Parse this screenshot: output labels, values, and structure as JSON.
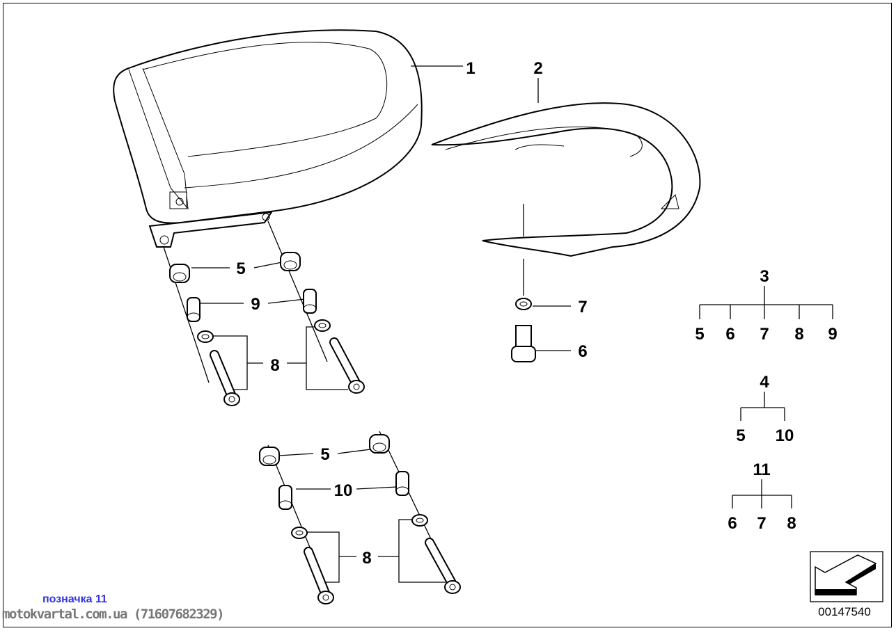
{
  "diagram_number": "00147540",
  "note": "позначка 11",
  "site": "motokvartal.com.ua (71607682329)",
  "callouts": {
    "c1": "1",
    "c2": "2",
    "c5a": "5",
    "c9": "9",
    "c8a": "8",
    "c7": "7",
    "c6": "6",
    "c5b": "5",
    "c10": "10",
    "c8b": "8"
  },
  "trees": {
    "t3": {
      "parent": "3",
      "children": [
        "5",
        "6",
        "7",
        "8",
        "9"
      ]
    },
    "t4": {
      "parent": "4",
      "children": [
        "5",
        "10"
      ]
    },
    "t11": {
      "parent": "11",
      "children": [
        "6",
        "7",
        "8"
      ]
    }
  }
}
